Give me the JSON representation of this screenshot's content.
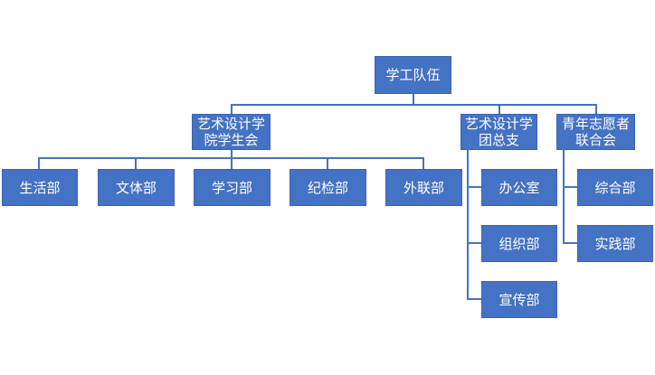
{
  "root": {
    "label": "学工队伍"
  },
  "branches": [
    {
      "label": "艺术设计学\n院学生会",
      "children": [
        "生活部",
        "文体部",
        "学习部",
        "纪检部",
        "外联部"
      ]
    },
    {
      "label": "艺术设计学\n团总支",
      "children": [
        "办公室",
        "组织部",
        "宣传部"
      ]
    },
    {
      "label": "青年志愿者\n联合会",
      "children": [
        "综合部",
        "实践部"
      ]
    }
  ],
  "colors": {
    "box": "#4472c4",
    "text": "#ffffff",
    "line": "#4472c4"
  }
}
